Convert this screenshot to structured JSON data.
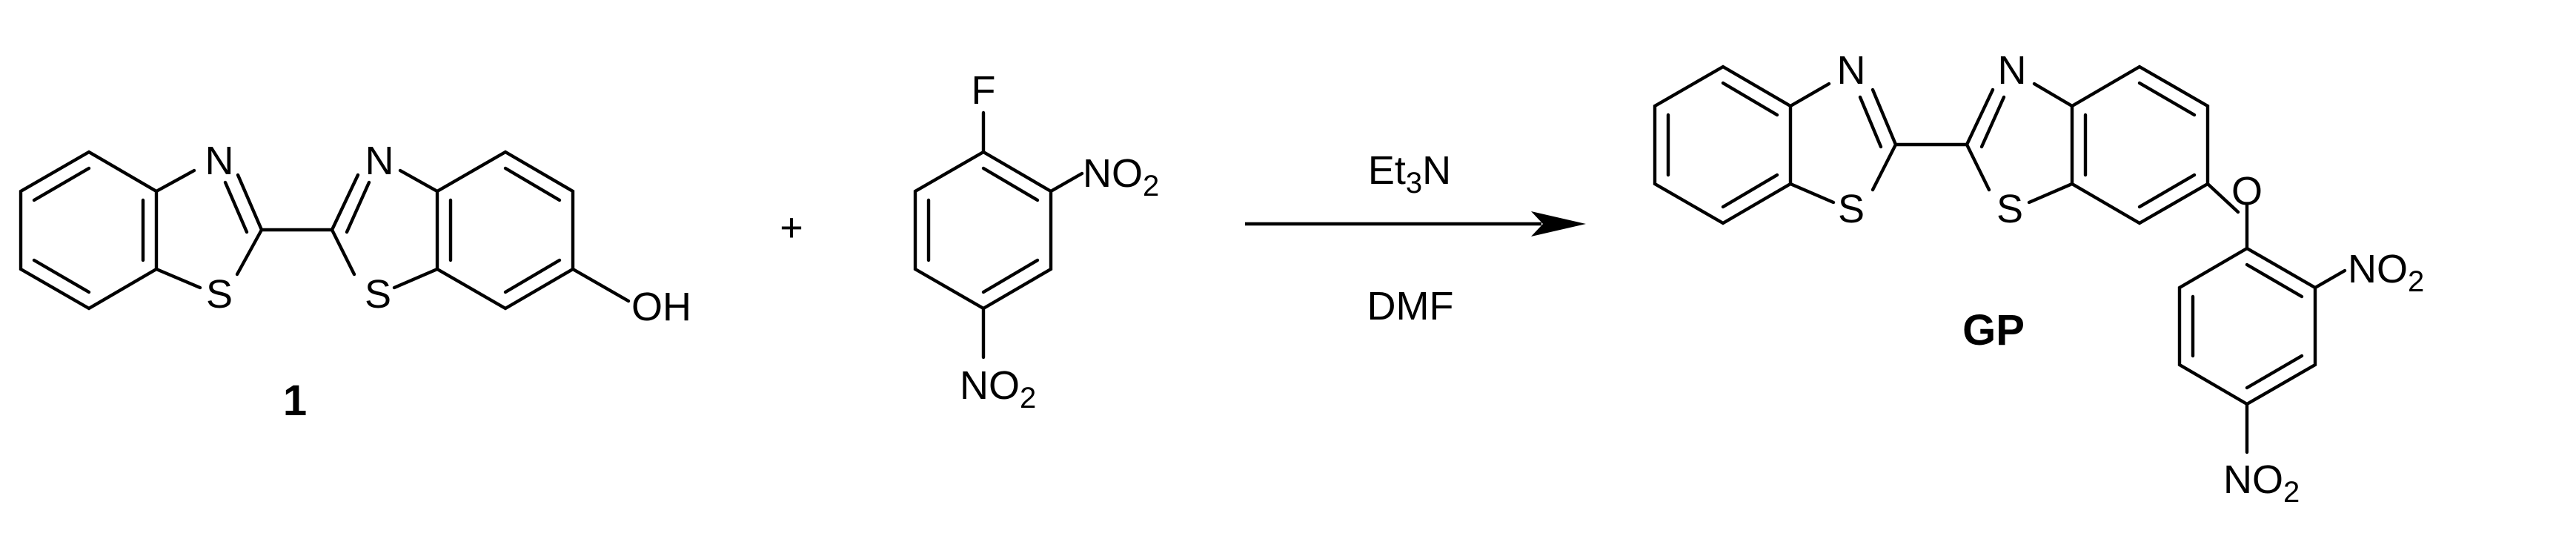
{
  "scheme": {
    "compound1": {
      "label": "1",
      "atoms": {
        "n_left": "N",
        "s_left": "S",
        "n_right": "N",
        "s_right": "S",
        "hydroxyl": "OH"
      }
    },
    "plus_sign": "+",
    "reagent": {
      "fluorine": "F",
      "nitro_ortho": {
        "main": "NO",
        "sub": "2"
      },
      "nitro_para": {
        "main": "NO",
        "sub": "2"
      }
    },
    "conditions": {
      "above": {
        "pre": "Et",
        "sub": "3",
        "post": "N"
      },
      "below": "DMF"
    },
    "product": {
      "label": "GP",
      "atoms": {
        "n_left": "N",
        "s_left": "S",
        "n_right": "N",
        "s_right": "S",
        "ether_o": "O"
      },
      "nitro_ortho": {
        "main": "NO",
        "sub": "2"
      },
      "nitro_para": {
        "main": "NO",
        "sub": "2"
      }
    }
  }
}
